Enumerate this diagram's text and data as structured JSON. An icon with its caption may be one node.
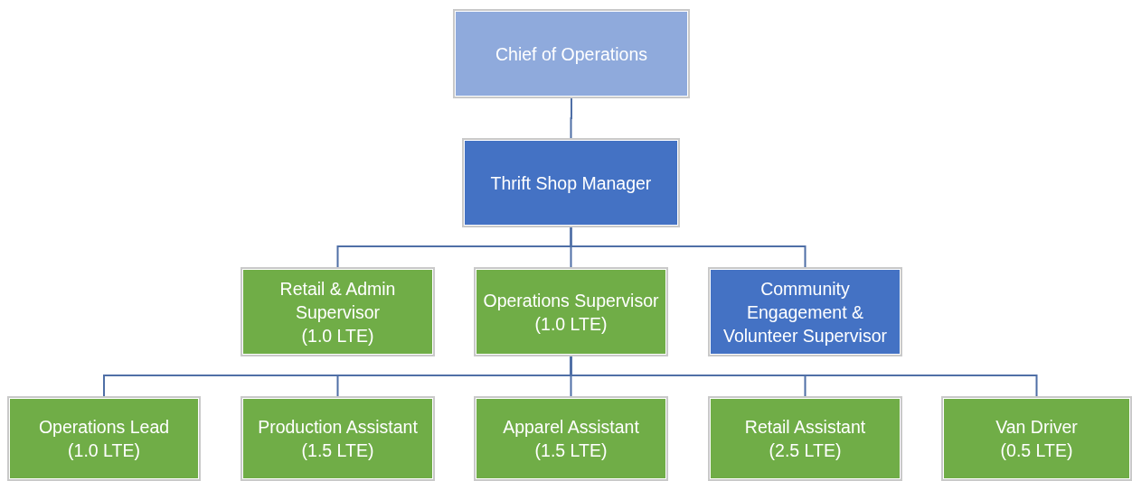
{
  "diagram": {
    "nodes": [
      {
        "text": [
          "Chief of Operations"
        ]
      },
      {
        "text": [
          "Thrift Shop Manager"
        ]
      },
      {
        "text": [
          "Retail & Admin Supervisor",
          "(1.0 LTE)"
        ]
      },
      {
        "text": [
          "Operations Supervisor",
          "(1.0 LTE)"
        ]
      },
      {
        "text": [
          "Community Engagement & Volunteer Supervisor"
        ]
      },
      {
        "text": [
          "Operations Lead",
          "(1.0 LTE)"
        ]
      },
      {
        "text": [
          "Production Assistant",
          "(1.5 LTE)"
        ]
      },
      {
        "text": [
          "Apparel Assistant",
          "(1.5 LTE)"
        ]
      },
      {
        "text": [
          "Retail Assistant",
          "(2.5 LTE)"
        ]
      },
      {
        "text": [
          "Van Driver",
          "(0.5 LTE)"
        ]
      }
    ],
    "edges": [
      {
        "from": 0,
        "to": 1,
        "arrow": "none"
      },
      {
        "from": 1,
        "to": 2,
        "arrow": "none"
      },
      {
        "from": 1,
        "to": 3,
        "arrow": "none"
      },
      {
        "from": 1,
        "to": 4,
        "arrow": "none"
      },
      {
        "from": 3,
        "to": 5,
        "arrow": "none"
      },
      {
        "from": 3,
        "to": 6,
        "arrow": "none"
      },
      {
        "from": 3,
        "to": 7,
        "arrow": "none"
      },
      {
        "from": 3,
        "to": 8,
        "arrow": "none"
      },
      {
        "from": 3,
        "to": 9,
        "arrow": "none"
      }
    ]
  }
}
